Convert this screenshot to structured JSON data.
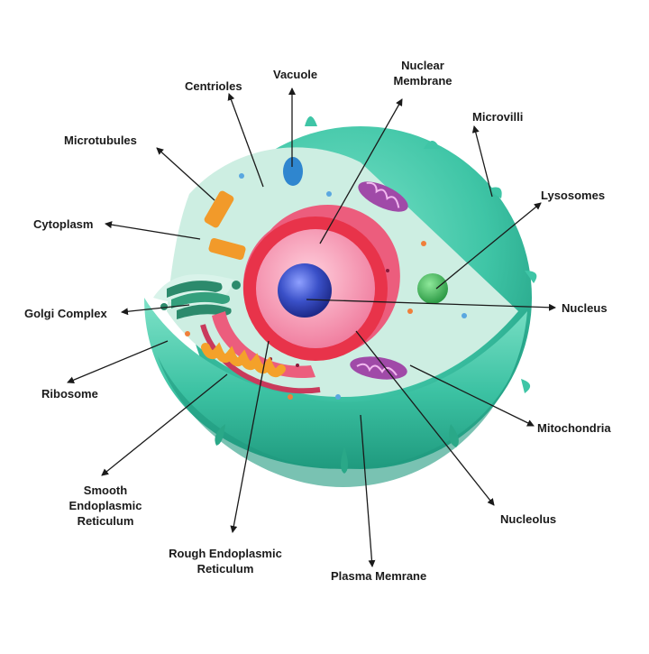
{
  "diagram": {
    "labels": {
      "centrioles": "Centrioles",
      "vacuole": "Vacuole",
      "nuclear_membrane": "Nuclear\nMembrane",
      "microvilli": "Microvilli",
      "microtubules": "Microtubules",
      "lysosomes": "Lysosomes",
      "cytoplasm": "Cytoplasm",
      "golgi_complex": "Golgi Complex",
      "nucleus": "Nucleus",
      "ribosome": "Ribosome",
      "mitochondria": "Mitochondria",
      "smooth_er": "Smooth\nEndoplasmic\nReticulum",
      "nucleolus": "Nucleolus",
      "rough_er": "Rough Endoplasmic\nReticulum",
      "plasma_membrane": "Plasma Memrane"
    },
    "colors": {
      "membrane": "#3fc5a6",
      "membrane_dark": "#1f9b80",
      "cytoplasm": "#cdeee2",
      "nucleus_envelope": "#e8334a",
      "nucleoplasm": "#f6a6c0",
      "nucleolus": "#3a50c8",
      "rough_er": "#ec5d7d",
      "smooth_er": "#f4a12a",
      "golgi": "#2c8a6c",
      "mitochondria": "#a04aa8",
      "lysosome": "#3db653",
      "vacuole": "#2f86cf",
      "centriole": "#f29a2a",
      "arrow": "#1a1a1a"
    }
  }
}
